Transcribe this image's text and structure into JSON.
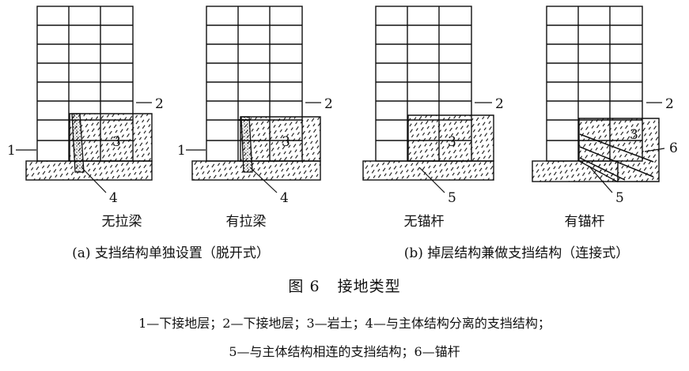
{
  "figure": {
    "title_label": "图 6",
    "title_text": "接地类型",
    "legend_line1": "1—下接地层；2—下接地层；3—岩土；4—与主体结构分离的支挡结构；",
    "legend_line2": "5—与主体结构相连的支挡结构；6—锚杆"
  },
  "groups": [
    {
      "caption": "(a) 支挡结构单独设置（脱开式）"
    },
    {
      "caption": "(b) 掉层结构兼做支挡结构（连接式）"
    }
  ],
  "panels": [
    {
      "subcaption": "无拉梁",
      "labels": [
        "1",
        "2",
        "3",
        "4"
      ]
    },
    {
      "subcaption": "有拉梁",
      "labels": [
        "1",
        "2",
        "3",
        "4"
      ]
    },
    {
      "subcaption": "无锚杆",
      "labels": [
        "2",
        "3",
        "5"
      ]
    },
    {
      "subcaption": "有锚杆",
      "labels": [
        "2",
        "3",
        "5",
        "6"
      ]
    }
  ]
}
